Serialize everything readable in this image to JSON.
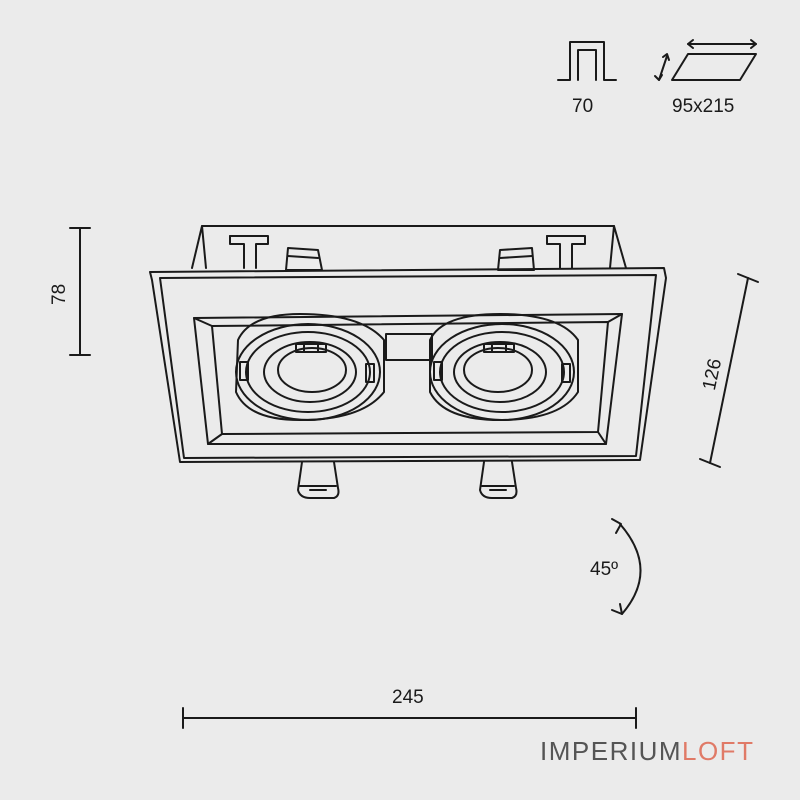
{
  "icons": {
    "depth_label": "70",
    "cutout_label": "95x215"
  },
  "dimensions": {
    "height": "78",
    "width": "126",
    "length": "245",
    "tilt_angle": "45º"
  },
  "brand": {
    "part1": "IMPERIUM",
    "part2": "LOFT",
    "color_part1": "#555555",
    "color_part2": "#e07a67"
  },
  "colors": {
    "line": "#1a1a1a",
    "background": "#ebebeb"
  }
}
